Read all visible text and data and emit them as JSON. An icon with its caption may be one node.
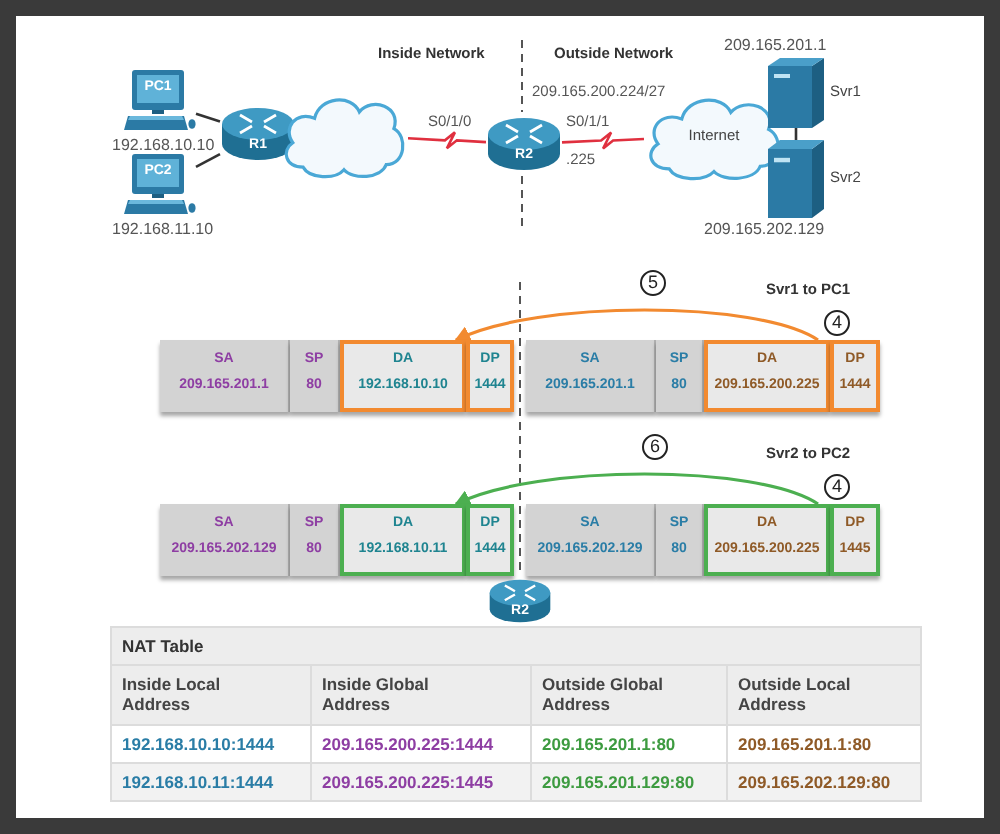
{
  "diagram": {
    "nodes": [
      {
        "text": [
          "PC1"
        ],
        "beside": [
          "192.168.10.10"
        ]
      },
      {
        "text": [
          "PC2"
        ],
        "beside": [
          "192.168.11.10"
        ]
      },
      {
        "text": [
          "R1"
        ]
      },
      {
        "text": [],
        "shape": "cloud"
      },
      {
        "text": [
          "R2"
        ]
      },
      {
        "text": [
          "Internet"
        ]
      },
      {
        "text": [
          "Svr1"
        ],
        "beside": [
          "209.165.201.1"
        ]
      },
      {
        "text": [
          "Svr2"
        ],
        "beside": [
          "209.165.202.129"
        ]
      },
      {
        "text": [
          "5"
        ]
      },
      {
        "text": [
          "4"
        ]
      },
      {
        "text": [
          "SA",
          "209.165.201.1"
        ]
      },
      {
        "text": [
          "SP",
          "80"
        ]
      },
      {
        "text": [
          "DA",
          "192.168.10.10"
        ]
      },
      {
        "text": [
          "DP",
          "1444"
        ]
      },
      {
        "text": [
          "SA",
          "209.165.201.1"
        ]
      },
      {
        "text": [
          "SP",
          "80"
        ]
      },
      {
        "text": [
          "DA",
          "209.165.200.225"
        ]
      },
      {
        "text": [
          "DP",
          "1444"
        ]
      },
      {
        "text": [
          "6"
        ]
      },
      {
        "text": [
          "4"
        ]
      },
      {
        "text": [
          "SA",
          "209.165.202.129"
        ]
      },
      {
        "text": [
          "SP",
          "80"
        ]
      },
      {
        "text": [
          "DA",
          "192.168.10.11"
        ]
      },
      {
        "text": [
          "DP",
          "1444"
        ]
      },
      {
        "text": [
          "SA",
          "209.165.202.129"
        ]
      },
      {
        "text": [
          "SP",
          "80"
        ]
      },
      {
        "text": [
          "DA",
          "209.165.200.225"
        ]
      },
      {
        "text": [
          "DP",
          "1445"
        ]
      },
      {
        "text": [
          "R2"
        ]
      }
    ],
    "edges": [
      {
        "from": 0,
        "to": 2,
        "arrow": "none"
      },
      {
        "from": 1,
        "to": 2,
        "arrow": "none"
      },
      {
        "from": 3,
        "to": 4,
        "arrow": "none",
        "color": "#e0303f"
      },
      {
        "from": 4,
        "to": 5,
        "arrow": "none",
        "color": "#e0303f"
      },
      {
        "from": 6,
        "to": 7,
        "arrow": "none"
      },
      {
        "from": 16,
        "to": 12,
        "arrow": "to",
        "color": "#f28a30"
      },
      {
        "from": 26,
        "to": 22,
        "arrow": "to",
        "color": "#4caf50"
      }
    ],
    "labels": [
      "Inside Network",
      "Outside Network",
      "209.165.200.224/27",
      "S0/1/0",
      "S0/1/1",
      ".225",
      "Svr1 to PC1",
      "Svr2 to PC2",
      "NAT Table",
      "Inside Local Address",
      "Inside Global Address",
      "Outside Global Address",
      "Outside Local Address",
      "192.168.10.10:1444",
      "209.165.200.225:1444",
      "209.165.201.1:80",
      "209.165.201.1:80",
      "192.168.10.11:1444",
      "209.165.200.225:1445",
      "209.165.201.129:80",
      "209.165.202.129:80"
    ]
  }
}
